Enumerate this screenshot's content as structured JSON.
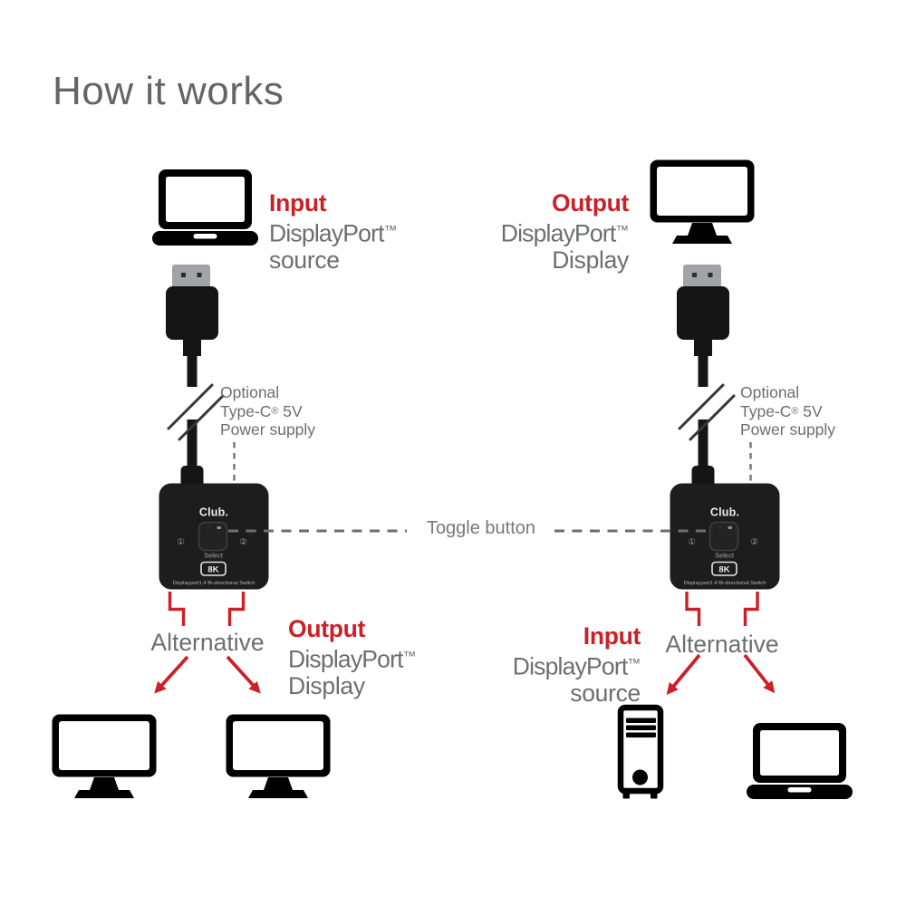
{
  "title": "How it works",
  "toggle_label": "Toggle button",
  "left_column": {
    "source_label": {
      "emphasis": "Input",
      "port": "DisplayPort",
      "tm": "™",
      "noun": "source"
    },
    "power_note": {
      "line1": "Optional",
      "line2_base": "Type-C",
      "line2_reg": "®",
      "line2_rest": " 5V",
      "line3": "Power supply"
    },
    "alternative_label": "Alternative",
    "output_label": {
      "emphasis": "Output",
      "port": "DisplayPort",
      "tm": "™",
      "noun": "Display"
    }
  },
  "right_column": {
    "display_label": {
      "emphasis": "Output",
      "port": "DisplayPort",
      "tm": "™",
      "noun": "Display"
    },
    "power_note": {
      "line1": "Optional",
      "line2_base": "Type-C",
      "line2_reg": "®",
      "line2_rest": " 5V",
      "line3": "Power supply"
    },
    "alternative_label": "Alternative",
    "source_label": {
      "emphasis": "Input",
      "port": "DisplayPort",
      "tm": "™",
      "noun": "source"
    }
  },
  "switch_device": {
    "brand": "Club.",
    "port_left": "①",
    "port_right": "②",
    "select_label": "Select",
    "badge": "8K",
    "caption": "Displayport1.4 Bi-directional Switch"
  },
  "colors": {
    "accent_red": "#cb2027",
    "text_gray": "#6d6e70",
    "title_gray": "#646568",
    "device_black": "#1d1d1e"
  }
}
